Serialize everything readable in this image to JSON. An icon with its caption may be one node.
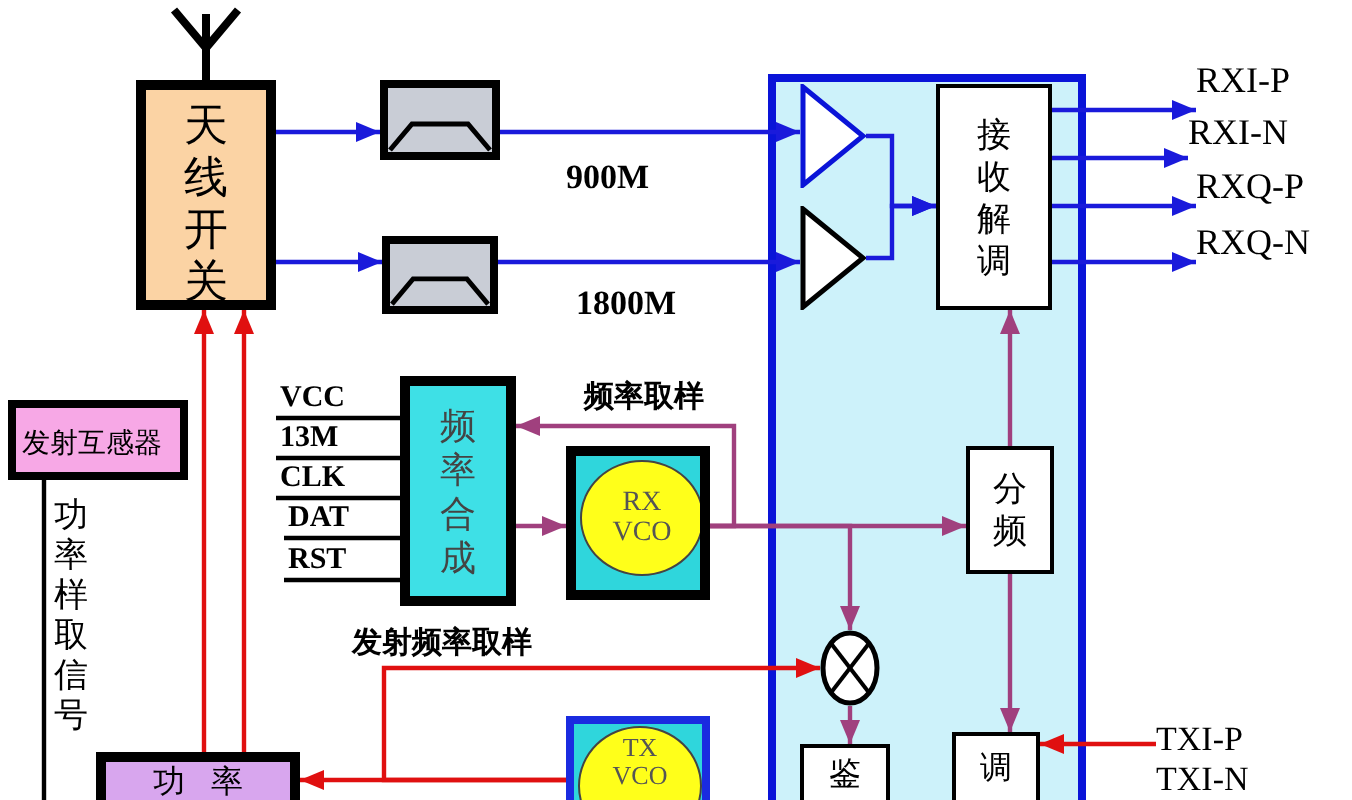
{
  "diagram": {
    "nodes": [
      {
        "text": [
          "天线开关"
        ]
      },
      {
        "text": [],
        "shape": "box"
      },
      {
        "text": [],
        "shape": "box"
      },
      {
        "text": [],
        "shape": "box"
      },
      {
        "text": [],
        "shape": "triangle",
        "in": 3
      },
      {
        "text": [],
        "shape": "triangle",
        "in": 3
      },
      {
        "text": [
          "接收解调"
        ],
        "in": 3
      },
      {
        "text": [
          "分频"
        ],
        "in": 3
      },
      {
        "text": [],
        "shape": "circle",
        "in": 3
      },
      {
        "text": [
          "鉴"
        ],
        "in": 3
      },
      {
        "text": [
          "调"
        ],
        "in": 3
      },
      {
        "text": [
          "发射互感器"
        ]
      },
      {
        "text": [
          "频率合成"
        ]
      },
      {
        "text": [
          "RX VCO"
        ]
      },
      {
        "text": [
          "TX VCO"
        ]
      },
      {
        "text": [
          "功率"
        ]
      },
      {
        "text": [
          "RXI-P"
        ]
      },
      {
        "text": [
          "RXI-N"
        ]
      },
      {
        "text": [
          "RXQ-P"
        ]
      },
      {
        "text": [
          "RXQ-N"
        ]
      },
      {
        "text": [
          "VCC"
        ]
      },
      {
        "text": [
          "13M"
        ]
      },
      {
        "text": [
          "CLK"
        ]
      },
      {
        "text": [
          "DAT"
        ]
      },
      {
        "text": [
          "RST"
        ]
      },
      {
        "text": [
          "TXI-P"
        ]
      }
    ],
    "edges": [
      {
        "from": 0,
        "to": 1,
        "arrow": "to"
      },
      {
        "from": 0,
        "to": 2,
        "arrow": "to"
      },
      {
        "from": 1,
        "to": 4,
        "arrow": "to"
      },
      {
        "from": 2,
        "to": 5,
        "arrow": "to"
      },
      {
        "from": 4,
        "to": 6,
        "arrow": "to"
      },
      {
        "from": 5,
        "to": 6,
        "arrow": "to"
      },
      {
        "from": 6,
        "to": 16,
        "arrow": "to"
      },
      {
        "from": 6,
        "to": 17,
        "arrow": "to"
      },
      {
        "from": 6,
        "to": 18,
        "arrow": "to"
      },
      {
        "from": 6,
        "to": 19,
        "arrow": "to"
      },
      {
        "from": 20,
        "to": 12,
        "arrow": "none",
        "color": "#000000"
      },
      {
        "from": 21,
        "to": 12,
        "arrow": "none",
        "color": "#000000"
      },
      {
        "from": 22,
        "to": 12,
        "arrow": "none",
        "color": "#000000"
      },
      {
        "from": 23,
        "to": 12,
        "arrow": "none",
        "color": "#000000"
      },
      {
        "from": 24,
        "to": 12,
        "arrow": "none",
        "color": "#000000"
      },
      {
        "from": 12,
        "to": 13,
        "arrow": "to",
        "color": "#a0407e"
      },
      {
        "from": 13,
        "to": 12,
        "arrow": "to",
        "color": "#a0407e",
        "label": "频率取样"
      },
      {
        "from": 13,
        "to": 7,
        "arrow": "to",
        "color": "#a0407e"
      },
      {
        "from": 13,
        "to": 8,
        "arrow": "to",
        "color": "#a0407e"
      },
      {
        "from": 7,
        "to": 6,
        "arrow": "to",
        "color": "#a0407e"
      },
      {
        "from": 7,
        "to": 10,
        "arrow": "to",
        "color": "#a0407e"
      },
      {
        "from": 8,
        "to": 9,
        "arrow": "to",
        "color": "#a0407e"
      },
      {
        "from": 25,
        "to": 10,
        "arrow": "to",
        "color": "#e01010"
      },
      {
        "from": 14,
        "to": 15,
        "arrow": "to",
        "color": "#e01010"
      },
      {
        "from": 14,
        "to": 8,
        "arrow": "to",
        "color": "#e01010",
        "label": "发射频率取样"
      },
      {
        "from": 15,
        "to": 0,
        "arrow": "to",
        "color": "#e01010"
      },
      {
        "from": 15,
        "to": 0,
        "arrow": "to",
        "color": "#e01010"
      },
      {
        "from": 11,
        "to": null,
        "arrow": "none",
        "color": "#000000"
      }
    ],
    "labels": [
      "900M",
      "1800M",
      "功率样取信号",
      "TXI-N"
    ]
  }
}
